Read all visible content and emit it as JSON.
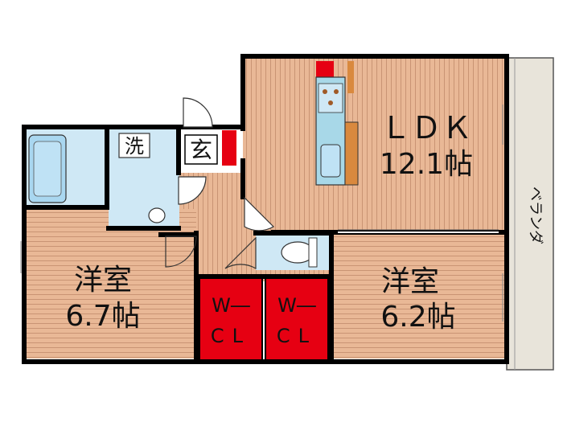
{
  "rooms": {
    "ldk": {
      "name": "ＬＤＫ",
      "size": "12.1帖"
    },
    "western_left": {
      "name": "洋室",
      "size": "6.7帖"
    },
    "western_right": {
      "name": "洋室",
      "size": "6.2帖"
    },
    "wcl_left": {
      "line1": "W―",
      "line2": "CL"
    },
    "wcl_right": {
      "line1": "W―",
      "line2": "CL"
    }
  },
  "labels": {
    "wash": "洗",
    "entrance": "玄",
    "veranda": "ベランダ"
  },
  "colors": {
    "floor": "#E9B896",
    "floor_line": "#D29C78",
    "wet_area": "#CFE8F5",
    "wcl_red": "#E60012",
    "wall": "#000000",
    "veranda": "#E8E4DA"
  }
}
